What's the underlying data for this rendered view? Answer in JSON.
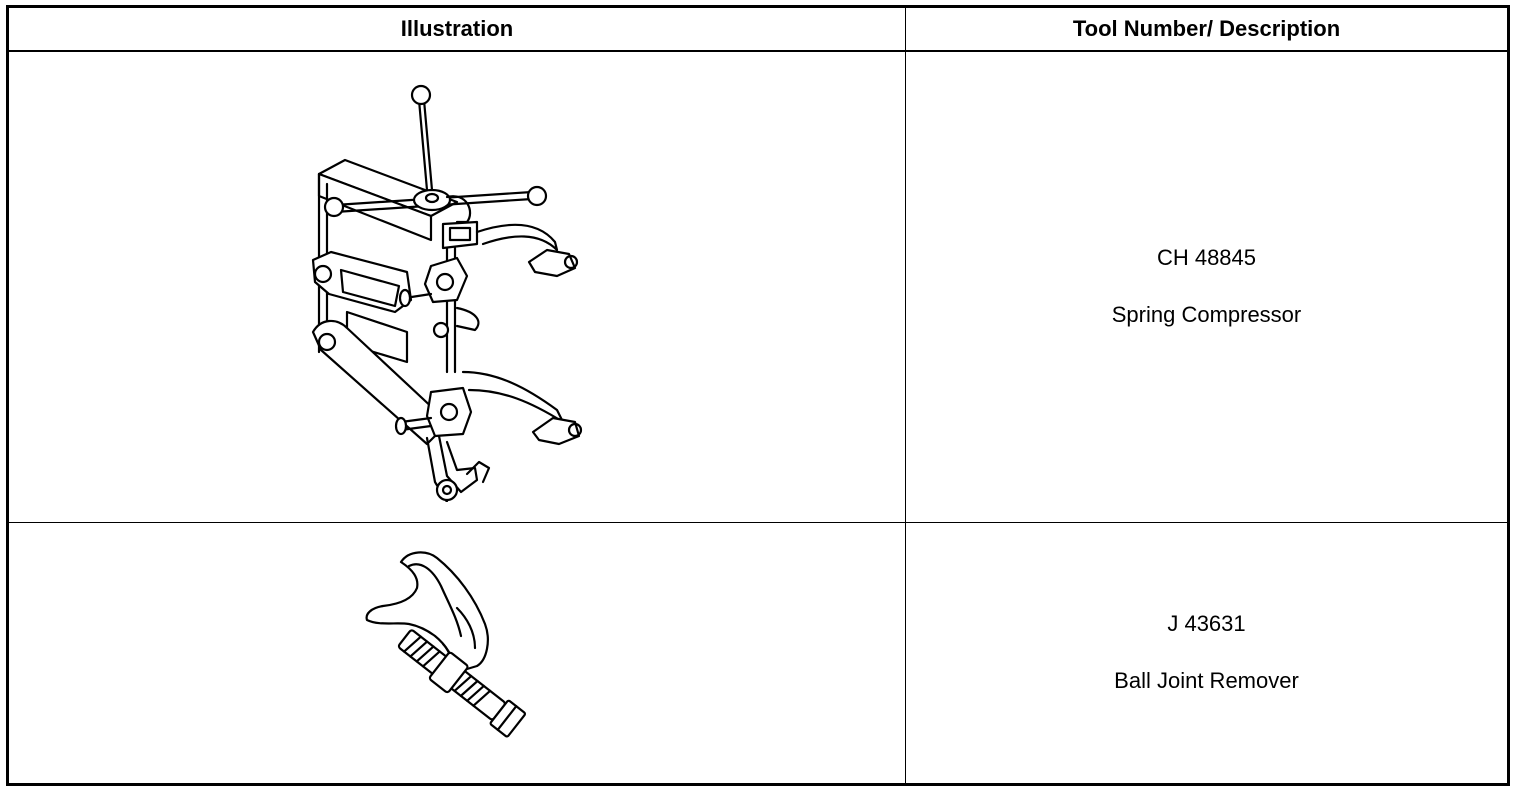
{
  "table": {
    "headers": {
      "illustration": "Illustration",
      "tool": "Tool Number/ Description"
    },
    "rows": [
      {
        "tool_number": "CH 48845",
        "description": "Spring Compressor",
        "illustration_icon": "spring-compressor-icon"
      },
      {
        "tool_number": "J 43631",
        "description": "Ball Joint Remover",
        "illustration_icon": "ball-joint-remover-icon"
      }
    ]
  }
}
